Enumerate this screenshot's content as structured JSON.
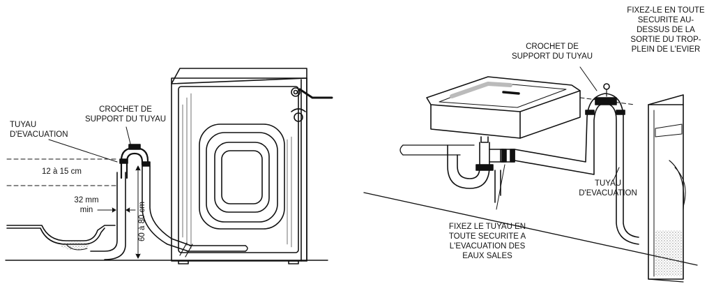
{
  "left_figure": {
    "hook_label": [
      "CROCHET DE",
      "SUPPORT DU TUYAU"
    ],
    "drain_hose_label": [
      "TUYAU",
      "D'EVACUATION"
    ],
    "overflow_range": "12 à 15 cm",
    "gap_label": [
      "32 mm",
      "min"
    ],
    "height_range": "60 à 80 cm"
  },
  "right_figure": {
    "secure_label": [
      "FIXEZ-LE EN TOUTE",
      "SECURITE AU-",
      "DESSUS DE LA",
      "SORTIE DU TROP-",
      "PLEIN DE L'EVIER"
    ],
    "hook_label": [
      "CROCHET DE",
      "SUPPORT DU TUYAU"
    ],
    "drain_hose_label": [
      "TUYAU",
      "D'EVACUATION"
    ],
    "waste_label": [
      "FIXEZ LE TUYAU EN",
      "TOUTE SECURITE A",
      "L'EVACUATION DES",
      "EAUX SALES"
    ]
  }
}
